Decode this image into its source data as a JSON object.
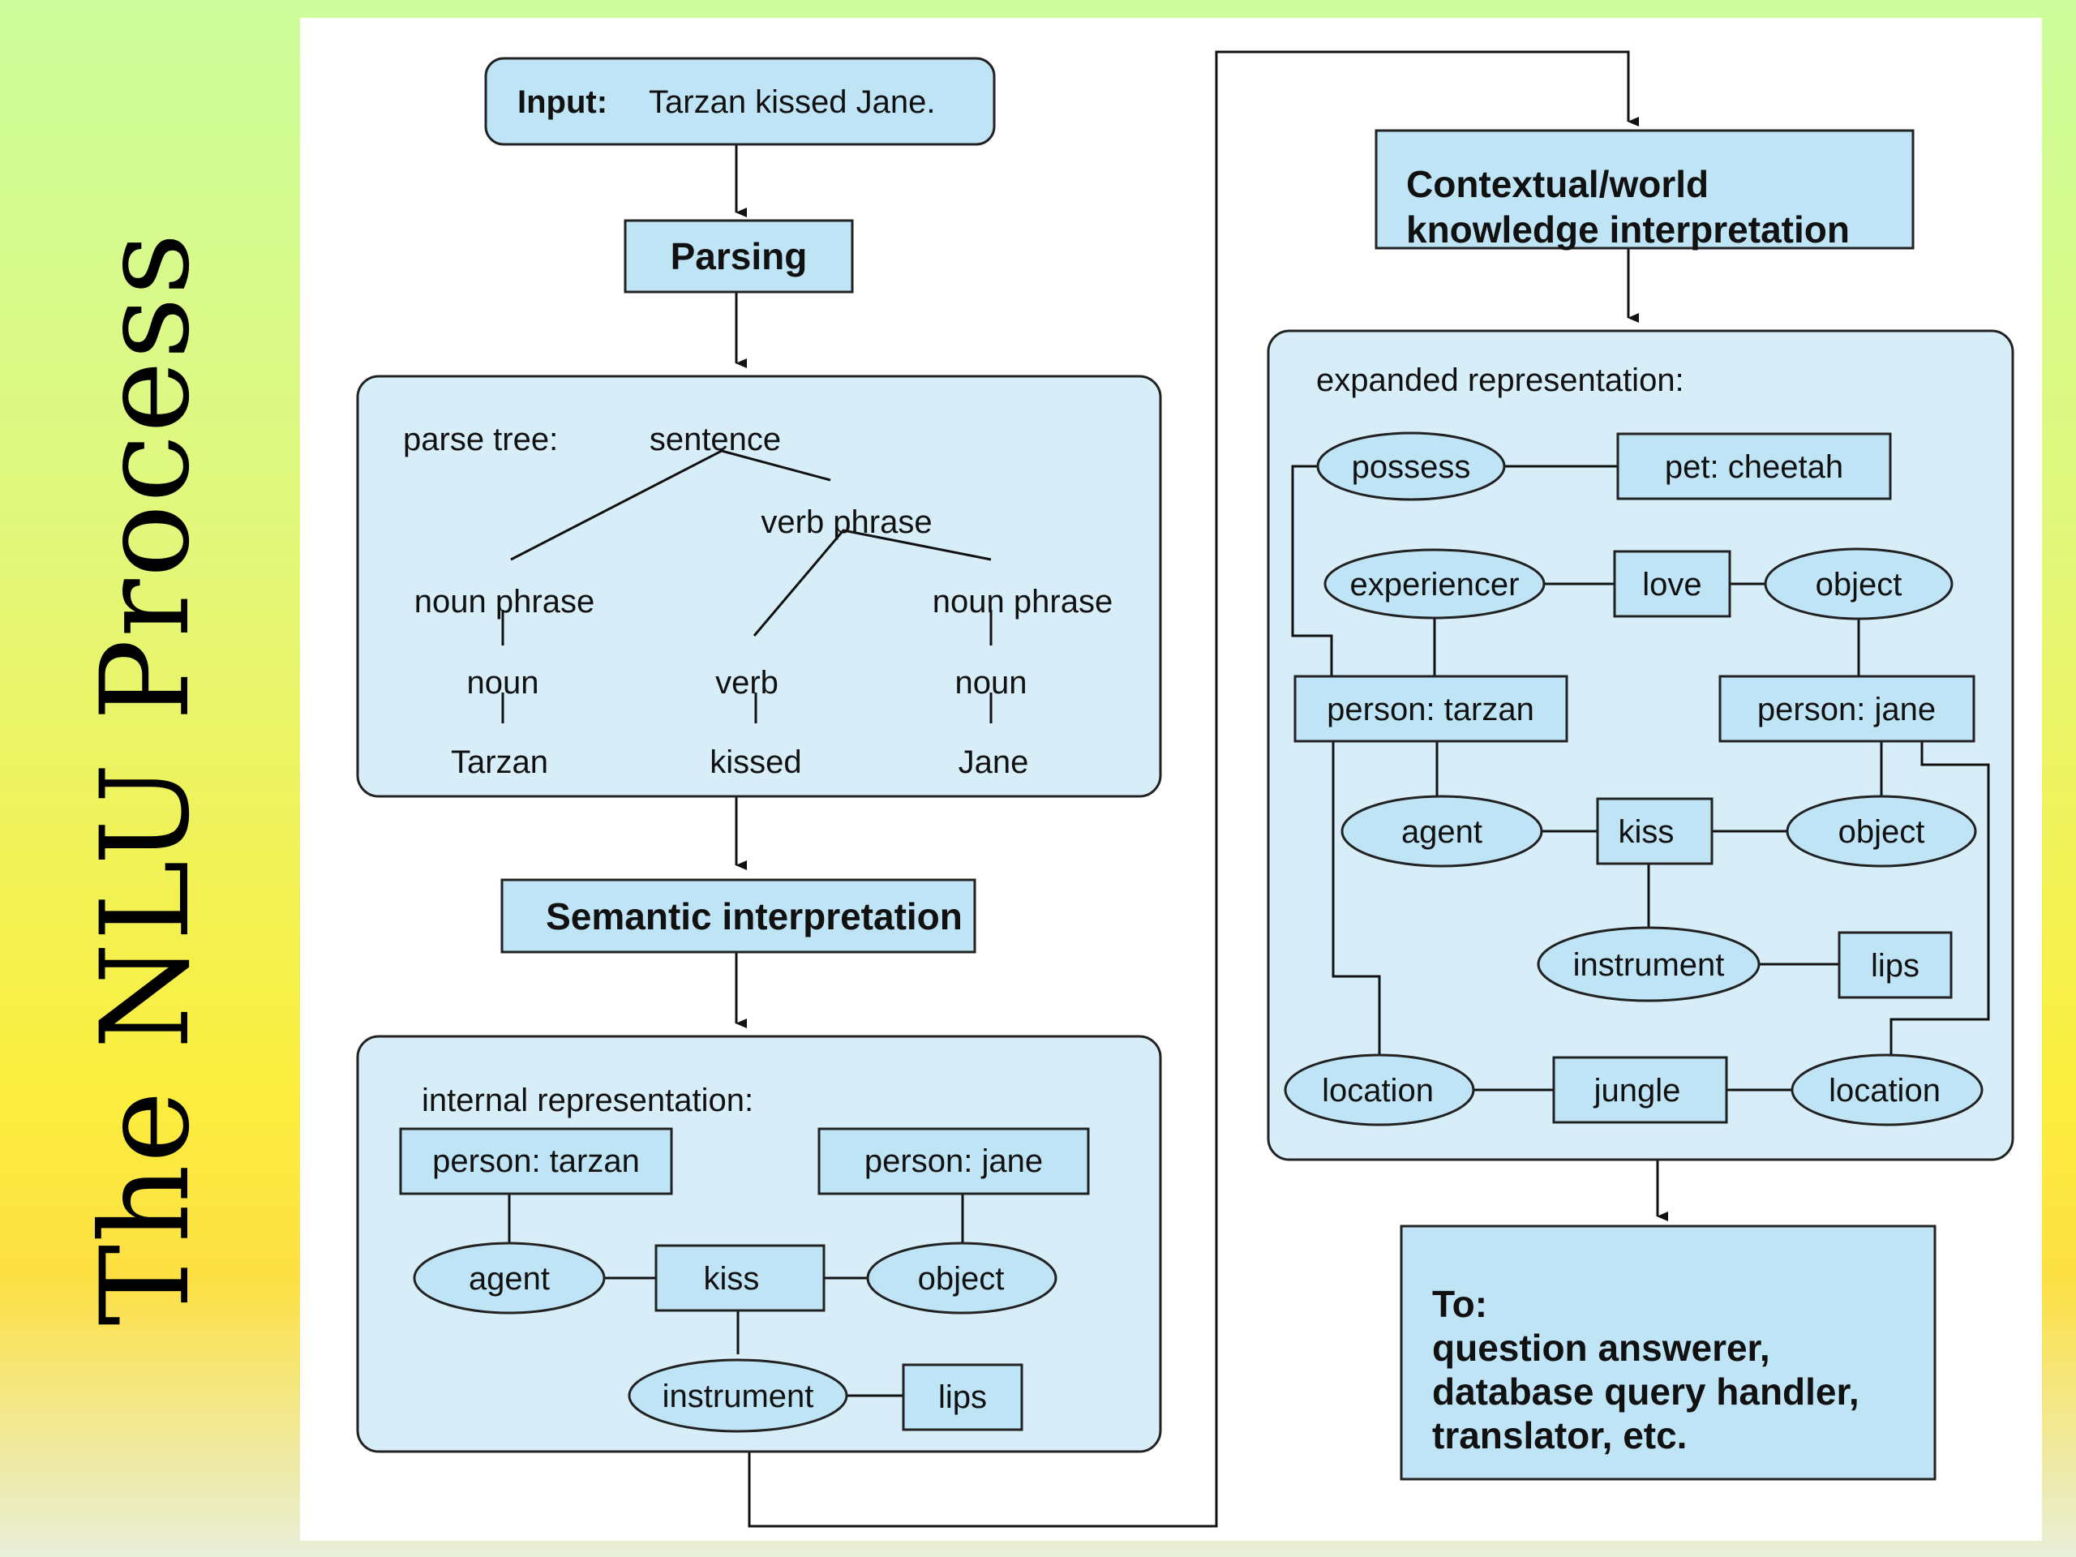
{
  "slide": {
    "title": "The NLU Process"
  },
  "input": {
    "label": "Input:",
    "text": "Tarzan kissed Jane."
  },
  "parsing": {
    "label": "Parsing"
  },
  "parse_tree": {
    "caption": "parse tree:",
    "sentence": "sentence",
    "verb_phrase": "verb phrase",
    "noun_phrase_left": "noun phrase",
    "noun_phrase_right": "noun phrase",
    "noun_left": "noun",
    "verb": "verb",
    "noun_right": "noun",
    "word_tarzan": "Tarzan",
    "word_kissed": "kissed",
    "word_jane": "Jane"
  },
  "semantic": {
    "label": "Semantic interpretation"
  },
  "internal": {
    "caption": "internal representation:",
    "person_tarzan": "person: tarzan",
    "person_jane": "person: jane",
    "agent": "agent",
    "kiss": "kiss",
    "object": "object",
    "instrument": "instrument",
    "lips": "lips"
  },
  "contextual": {
    "line1": "Contextual/world",
    "line2": "knowledge interpretation"
  },
  "expanded": {
    "caption": "expanded representation:",
    "possess": "possess",
    "pet_cheetah": "pet: cheetah",
    "experiencer": "experiencer",
    "love": "love",
    "object_top": "object",
    "person_tarzan": "person: tarzan",
    "person_jane": "person: jane",
    "agent": "agent",
    "kiss": "kiss",
    "object_mid": "object",
    "instrument": "instrument",
    "lips": "lips",
    "location_left": "location",
    "jungle": "jungle",
    "location_right": "location"
  },
  "output": {
    "line1": "To:",
    "line2": "question answerer,",
    "line3": "database query handler,",
    "line4": "translator, etc."
  }
}
